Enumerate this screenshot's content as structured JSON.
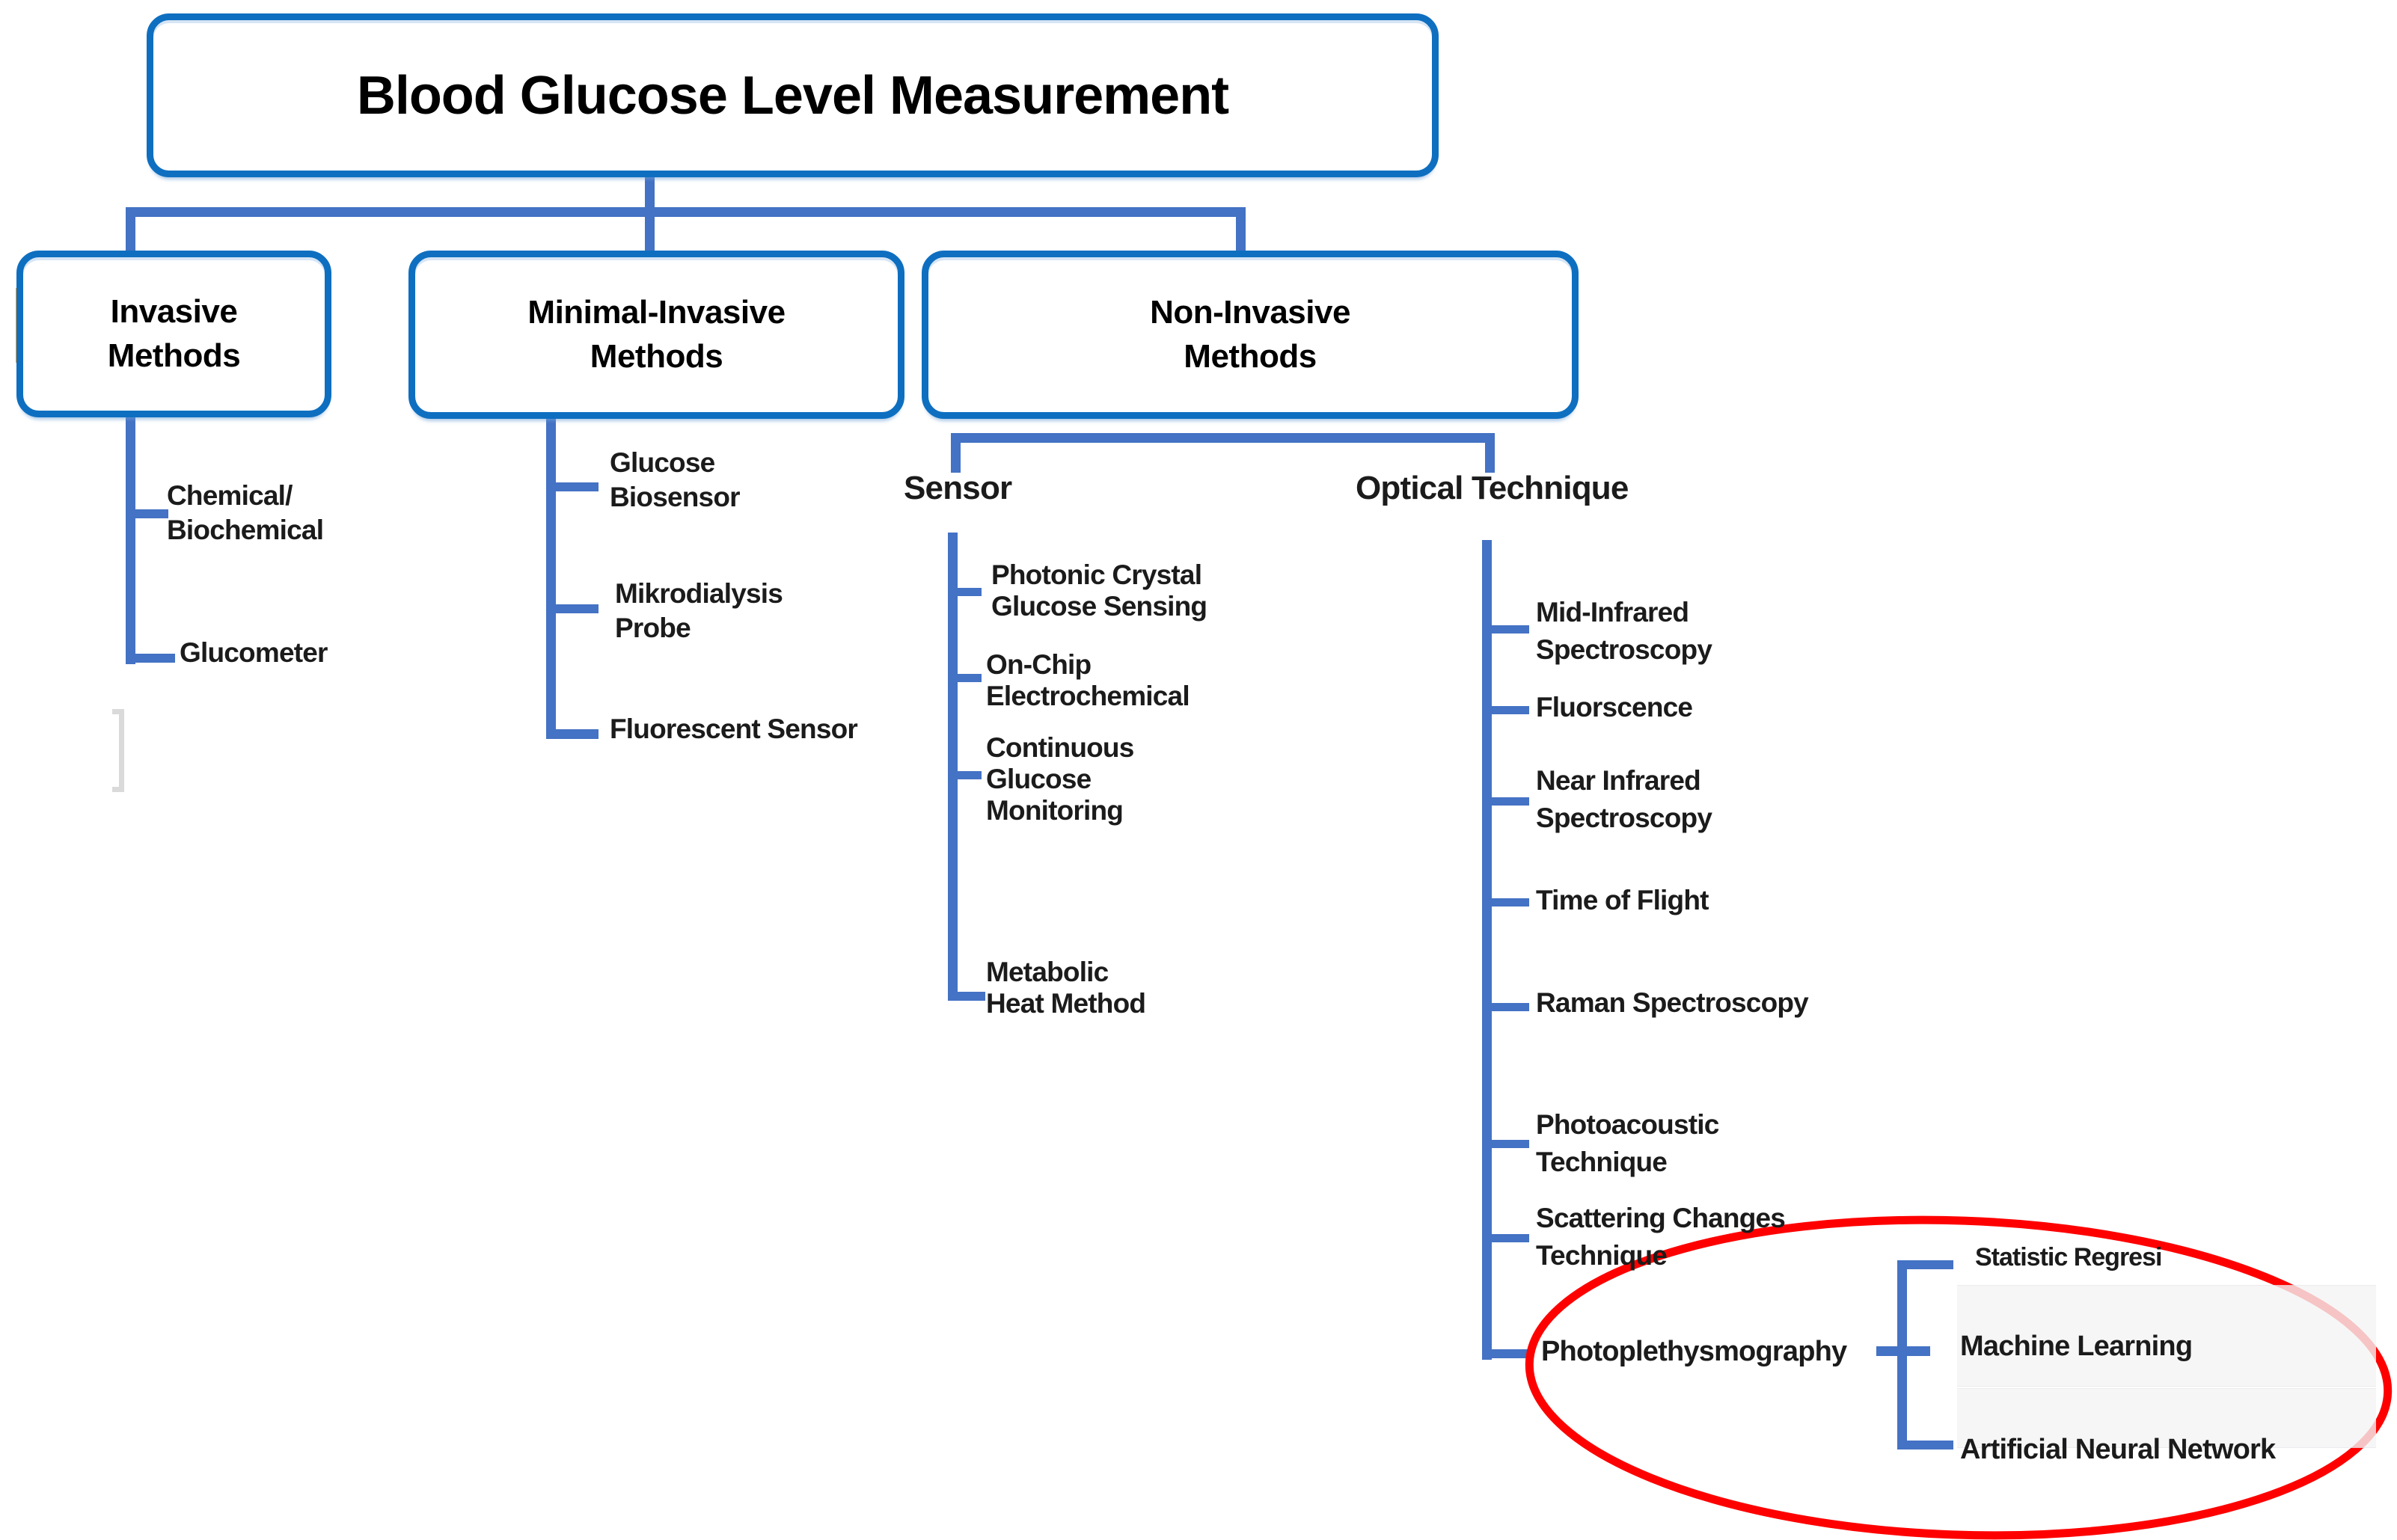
{
  "labels": {
    "root": "Blood Glucose Level Measurement",
    "invasive": "Invasive\nMethods",
    "minimal": "Minimal-Invasive\nMethods",
    "non_invasive": "Non-Invasive\nMethods",
    "chemical": "Chemical/\nBiochemical",
    "glucometer": "Glucometer",
    "glucose_biosensor": "Glucose\nBiosensor",
    "mikrodialysis_probe": "Mikrodialysis\nProbe",
    "fluorescent_sensor": "Fluorescent Sensor",
    "sensor_group": "Sensor",
    "optical_group": "Optical Technique",
    "photonic_crystal": "Photonic Crystal\nGlucose Sensing",
    "on_chip": "On-Chip\nElectrochemical",
    "continuous_glucose": "Continuous\nGlucose\nMonitoring",
    "metabolic_heat": "Metabolic\nHeat Method",
    "mid_infrared": "Mid-Infrared\nSpectroscopy",
    "fluorscence": "Fluorscence",
    "near_infrared": "Near Infrared\nSpectroscopy",
    "time_of_flight": "Time of Flight",
    "raman": "Raman Spectroscopy",
    "photoacoustic": "Photoacoustic\nTechnique",
    "scattering_changes": "Scattering Changes\nTechnique",
    "photoplethysmography": "Photoplethysmography",
    "statistic_regresi": "Statistic Regresi",
    "machine_learning": "Machine Learning",
    "artificial_neural_network": "Artificial Neural Network"
  },
  "colors": {
    "connector_blue": "#4472C4",
    "box_border_blue": "#0E6FC0",
    "highlight_red": "#FF0000",
    "artifact_orange": "#EDA03C",
    "artifact_grey": "#DADADA",
    "text_black": "#1b1b1b"
  }
}
